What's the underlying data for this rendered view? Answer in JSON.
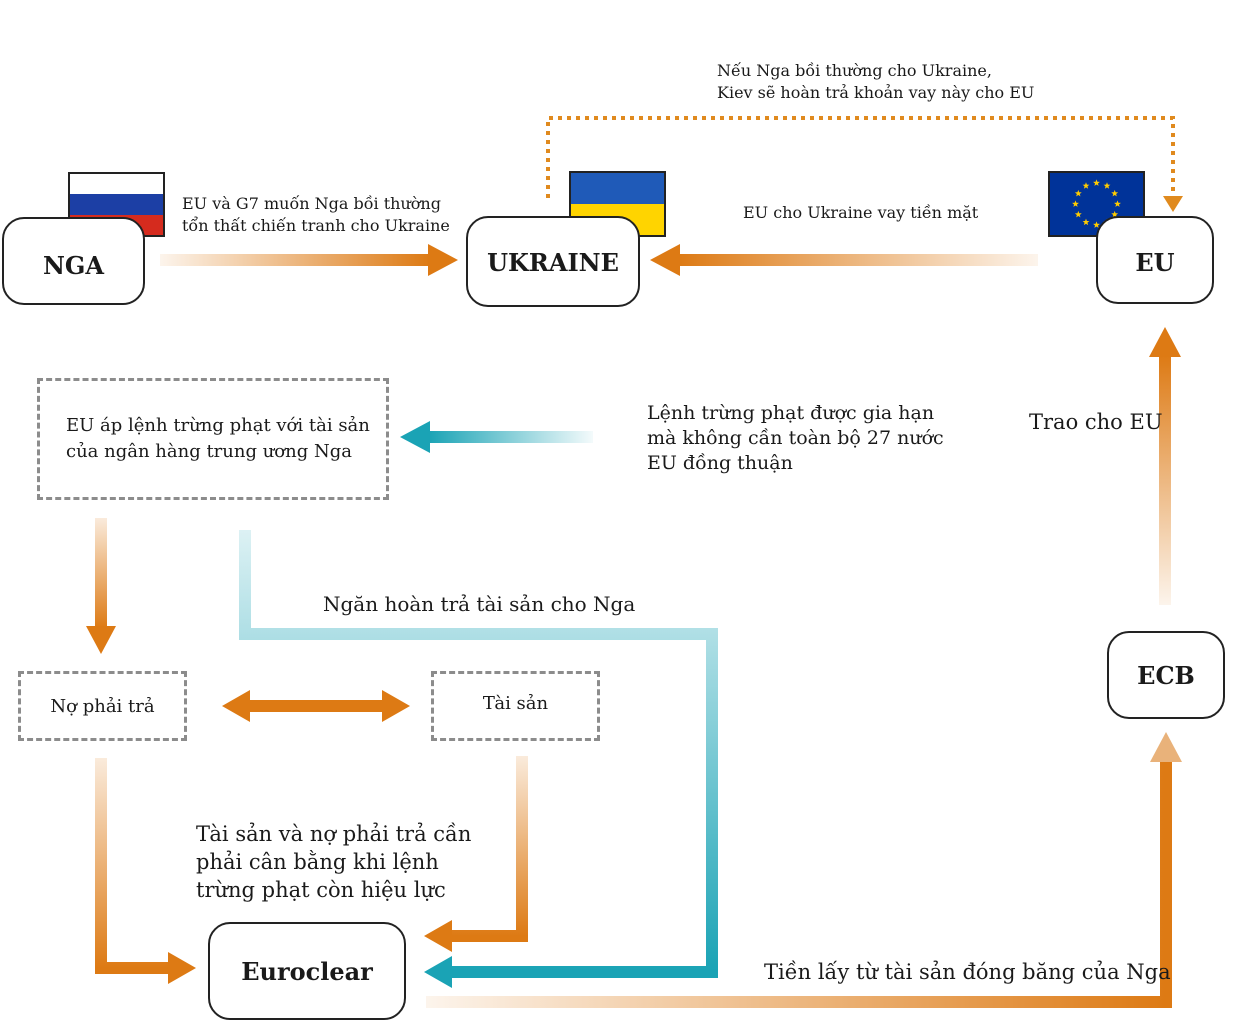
{
  "nodes": {
    "nga": "NGA",
    "ukraine": "UKRAINE",
    "eu": "EU",
    "ecb": "ECB",
    "euroclear": "Euroclear"
  },
  "dashed": {
    "sanctions": [
      "EU áp lệnh trừng phạt với tài sản",
      "của ngân hàng trung ương Nga"
    ],
    "liabilities": "Nợ phải trả",
    "assets": "Tài sản"
  },
  "labels": {
    "repay": [
      "Nếu Nga bồi thường cho Ukraine,",
      "Kiev sẽ hoàn trả khoản vay này cho EU"
    ],
    "g7": [
      "EU và G7 muốn Nga bồi thường",
      "tổn thất chiến tranh cho Ukraine"
    ],
    "loan": "EU cho Ukraine vay tiền mặt",
    "extend": [
      "Lệnh trừng phạt được gia hạn",
      "mà không cần toàn bộ 27 nước",
      "EU đồng thuận"
    ],
    "to_eu": "Trao cho EU",
    "block": "Ngăn hoàn trả tài sản cho Nga",
    "balance": [
      "Tài sản và nợ phải trả cần",
      "phải cân bằng khi lệnh",
      "trừng phạt còn hiệu lực"
    ],
    "money": "Tiền lấy từ tài sản đóng băng của Nga"
  },
  "colors": {
    "orange": "#dd7a14",
    "teal": "#1aa3b5",
    "dotted": "#e08a1e",
    "russia_white": "#ffffff",
    "russia_blue": "#1c3fa5",
    "russia_red": "#d52b1e",
    "ukraine_blue": "#1f5ab8",
    "ukraine_yellow": "#ffd400",
    "eu_blue": "#003399",
    "eu_star": "#ffcc00"
  }
}
